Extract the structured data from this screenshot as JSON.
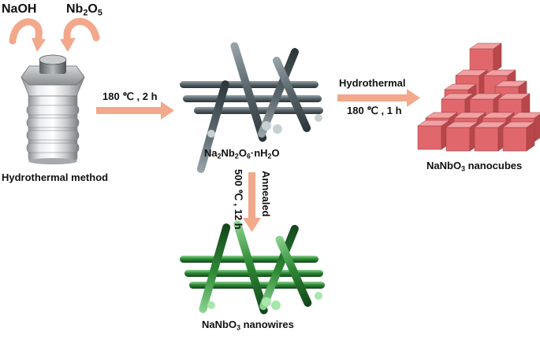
{
  "reagents": {
    "naoh": "NaOH",
    "nb2o5": {
      "base": "Nb",
      "sub1": "2",
      "mid": "O",
      "sub2": "5"
    }
  },
  "autoclave": {
    "label": "Hydrothermal method"
  },
  "step1": {
    "condition": "180 ℃ , 2 h"
  },
  "intermediate": {
    "label": {
      "p1": "Na",
      "s1": "2",
      "p2": "Nb",
      "s2": "2",
      "p3": "O",
      "s3": "6",
      "p4": "·nH",
      "s4": "2",
      "p5": "O"
    },
    "color": "#5d6a70"
  },
  "step2": {
    "method": "Hydrothermal",
    "condition": "180 ℃ , 1 h"
  },
  "nanocubes": {
    "label": {
      "p1": "NaNbO",
      "s1": "3",
      "p2": " nanocubes"
    },
    "color": "#e0686c"
  },
  "step3": {
    "method": "Annealed",
    "condition": "500 ℃ , 12 h"
  },
  "nanowires": {
    "label": {
      "p1": "NaNbO",
      "s1": "3",
      "p2": " nanowires"
    },
    "color": "#2f8a36"
  },
  "arrow_color": "#f2a98b"
}
